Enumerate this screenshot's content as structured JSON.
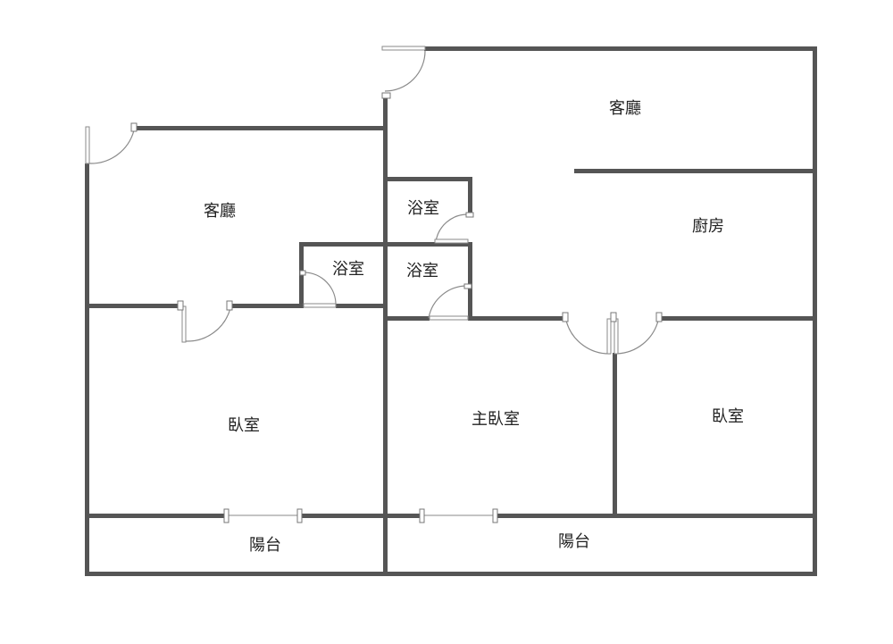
{
  "rooms": {
    "living_right": "客廳",
    "living_left": "客廳",
    "bath_top": "浴室",
    "bath_mid_left": "浴室",
    "bath_mid_right": "浴室",
    "kitchen": "廚房",
    "bedroom_left": "臥室",
    "master_bedroom": "主臥室",
    "bedroom_right": "臥室",
    "balcony_left": "陽台",
    "balcony_right": "陽台"
  },
  "colors": {
    "wall": "#555555",
    "background": "#ffffff",
    "label": "#222222"
  }
}
